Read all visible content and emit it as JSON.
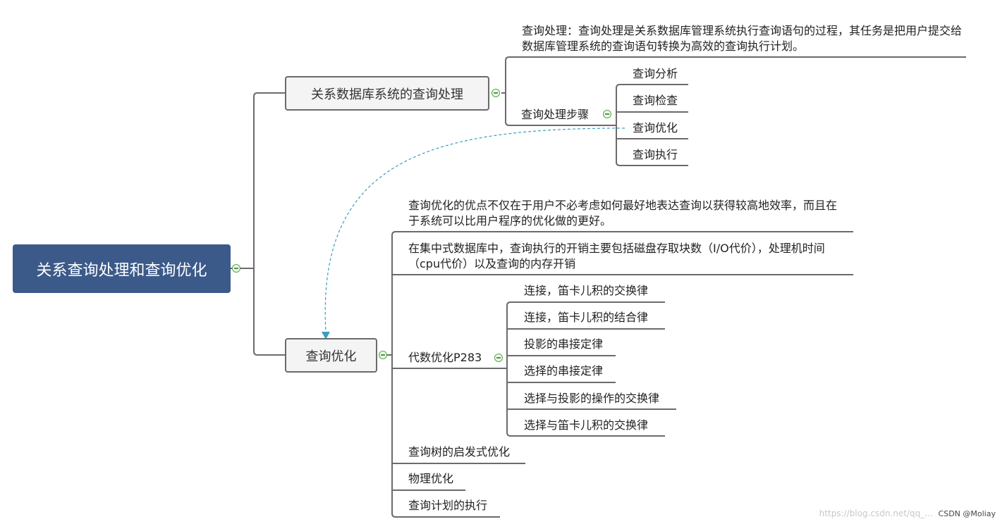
{
  "root": {
    "label": "关系查询处理和查询优化"
  },
  "branch1": {
    "label": "关系数据库系统的查询处理",
    "definition": "查询处理：查询处理是关系数据库管理系统执行查询语句的过程，其任务是把用户提交给数据库管理系统的查询语句转换为高效的查询执行计划。",
    "steps": {
      "label": "查询处理步骤",
      "items": [
        "查询分析",
        "查询检查",
        "查询优化",
        "查询执行"
      ]
    }
  },
  "branch2": {
    "label": "查询优化",
    "note1": "查询优化的优点不仅在于用户不必考虑如何最好地表达查询以获得较高地效率，而且在于系统可以比用户程序的优化做的更好。",
    "note2": "在集中式数据库中，查询执行的开销主要包括磁盘存取块数（I/O代价），处理机时间（cpu代价）以及查询的内存开销",
    "algebra": {
      "label": "代数优化P283",
      "items": [
        "连接，笛卡儿积的交换律",
        "连接，笛卡儿积的结合律",
        "投影的串接定律",
        "选择的串接定律",
        "选择与投影的操作的交换律",
        "选择与笛卡儿积的交换律"
      ]
    },
    "others": [
      "查询树的启发式优化",
      "物理优化",
      "查询计划的执行"
    ]
  },
  "watermark": {
    "url": "https://blog.csdn.net/qq_...",
    "brand": "CSDN @Moliay"
  },
  "colors": {
    "root_fill": "#3b5a89",
    "line": "#6b6b6b",
    "relation": "#3aa0c0",
    "collapse": "#55a548"
  }
}
